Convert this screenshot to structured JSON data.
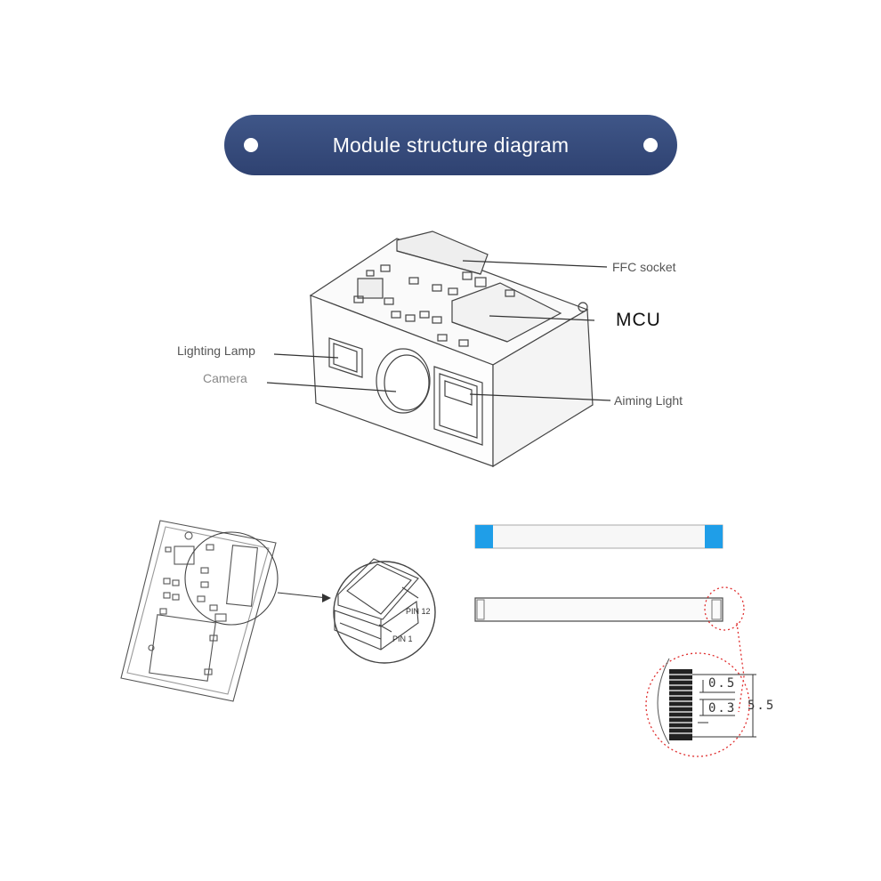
{
  "banner": {
    "title": "Module structure diagram"
  },
  "labels": {
    "ffc_socket": "FFC socket",
    "mcu": "MCU",
    "lighting_lamp": "Lighting Lamp",
    "camera": "Camera",
    "aiming_light": "Aiming Light"
  },
  "pins": {
    "pin12": "PIN 12",
    "pin1": "PIN 1"
  },
  "dimensions": {
    "pitch": "0.5",
    "width": "0.3",
    "total": "5.5"
  },
  "colors": {
    "banner": "#34497a",
    "ffc_tab": "#1f9ee8",
    "dashed_circle": "#e03030"
  }
}
